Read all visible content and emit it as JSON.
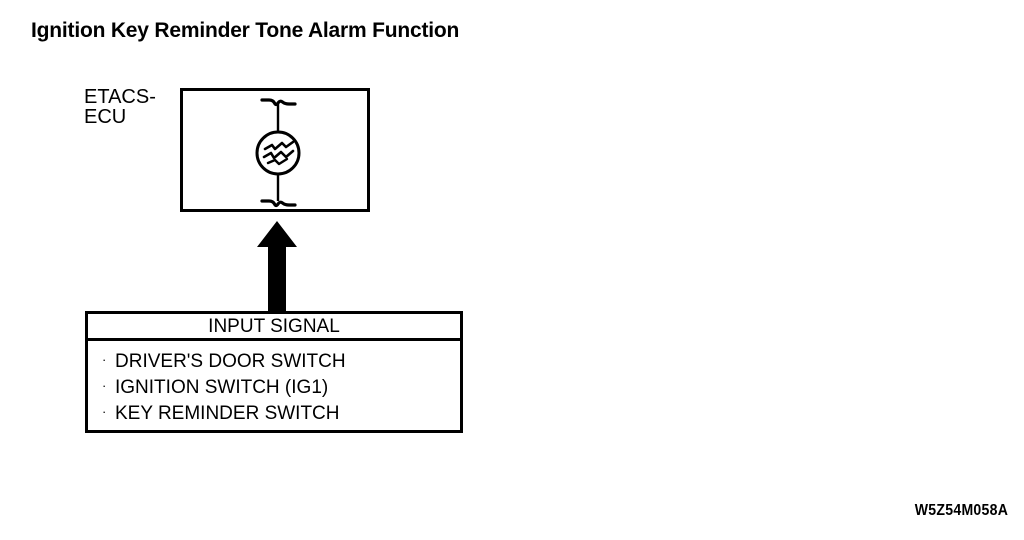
{
  "page": {
    "title": "Ignition Key Reminder Tone Alarm Function",
    "background_color": "#ffffff",
    "line_color": "#000000",
    "figure_code": "W5Z54M058A"
  },
  "ecu": {
    "label_line1": "ETACS-",
    "label_line2": "ECU",
    "component_icon": "buzzer-icon"
  },
  "flow": {
    "arrow_icon": "up-arrow-icon",
    "direction": "up",
    "from": "INPUT SIGNAL",
    "to": "ETACS-ECU"
  },
  "input_signal": {
    "header": "INPUT SIGNAL",
    "bullet": "·",
    "items": [
      "DRIVER'S DOOR SWITCH",
      "IGNITION SWITCH (IG1)",
      "KEY REMINDER SWITCH"
    ]
  }
}
